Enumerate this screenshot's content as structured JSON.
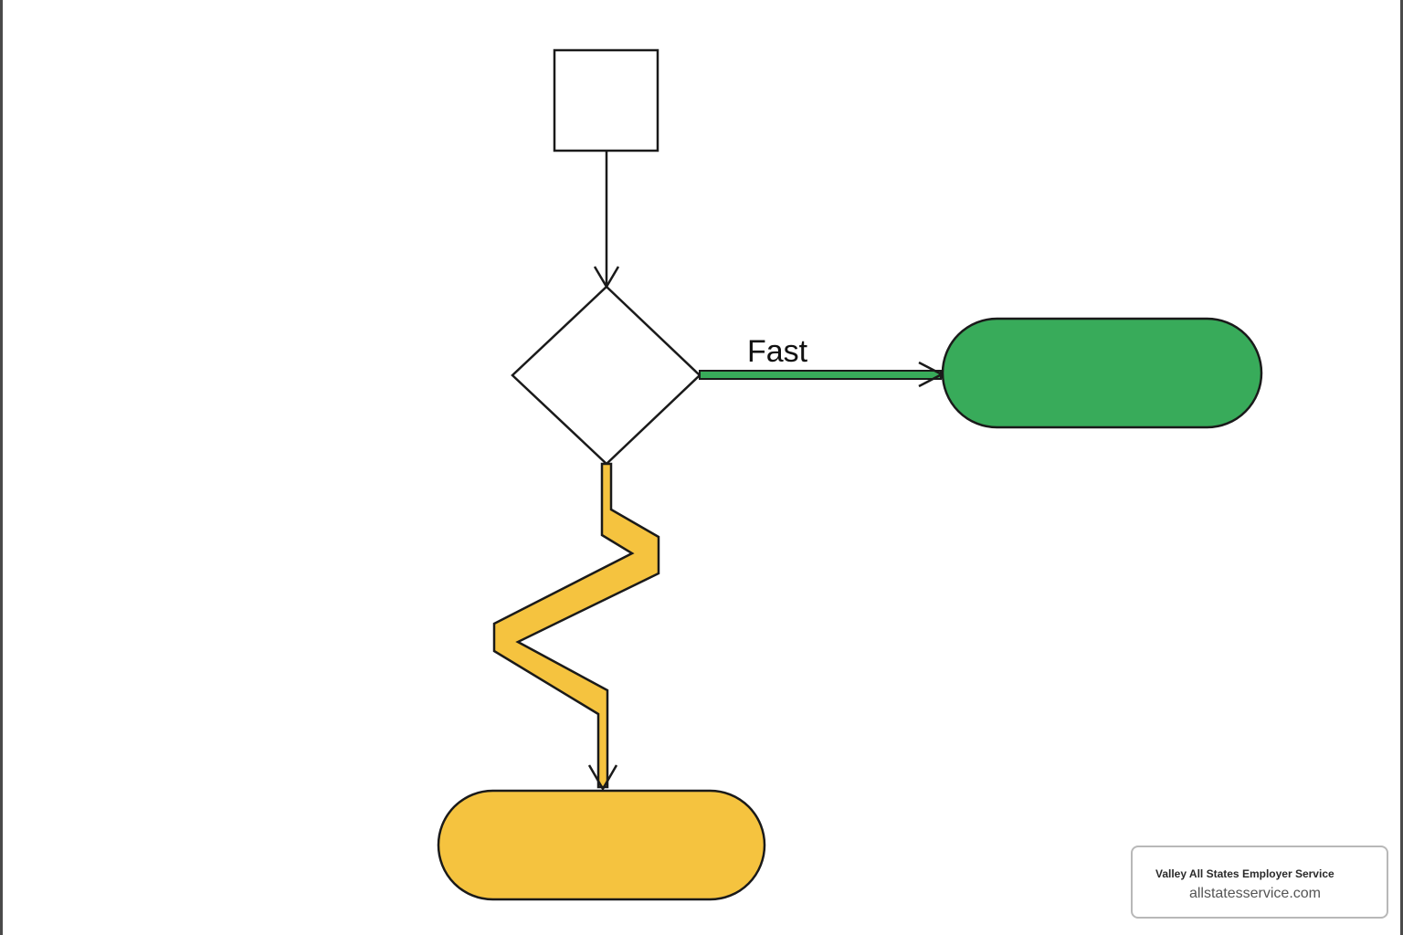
{
  "diagram": {
    "type": "flowchart",
    "nodes": [
      {
        "id": "start",
        "shape": "square",
        "label": "",
        "fill": "#ffffff"
      },
      {
        "id": "decision",
        "shape": "diamond",
        "label": "",
        "fill": "#ffffff"
      },
      {
        "id": "fast_outcome",
        "shape": "stadium",
        "label": "",
        "fill": "#38ab5a"
      },
      {
        "id": "slow_outcome",
        "shape": "stadium",
        "label": "",
        "fill": "#f5c33f"
      }
    ],
    "edges": [
      {
        "from": "start",
        "to": "decision",
        "style": "straight-line",
        "label": ""
      },
      {
        "from": "decision",
        "to": "fast_outcome",
        "style": "thick-green-arrow",
        "label": "Fast"
      },
      {
        "from": "decision",
        "to": "slow_outcome",
        "style": "zigzag-yellow-arrow",
        "label": ""
      }
    ],
    "edge_labels": {
      "fast": "Fast"
    },
    "colors": {
      "green": "#38ab5a",
      "yellow": "#f5c33f",
      "stroke": "#1a1a1a"
    }
  },
  "watermark": {
    "title": "Valley All States Employer Service",
    "url": "allstatesservice.com"
  }
}
